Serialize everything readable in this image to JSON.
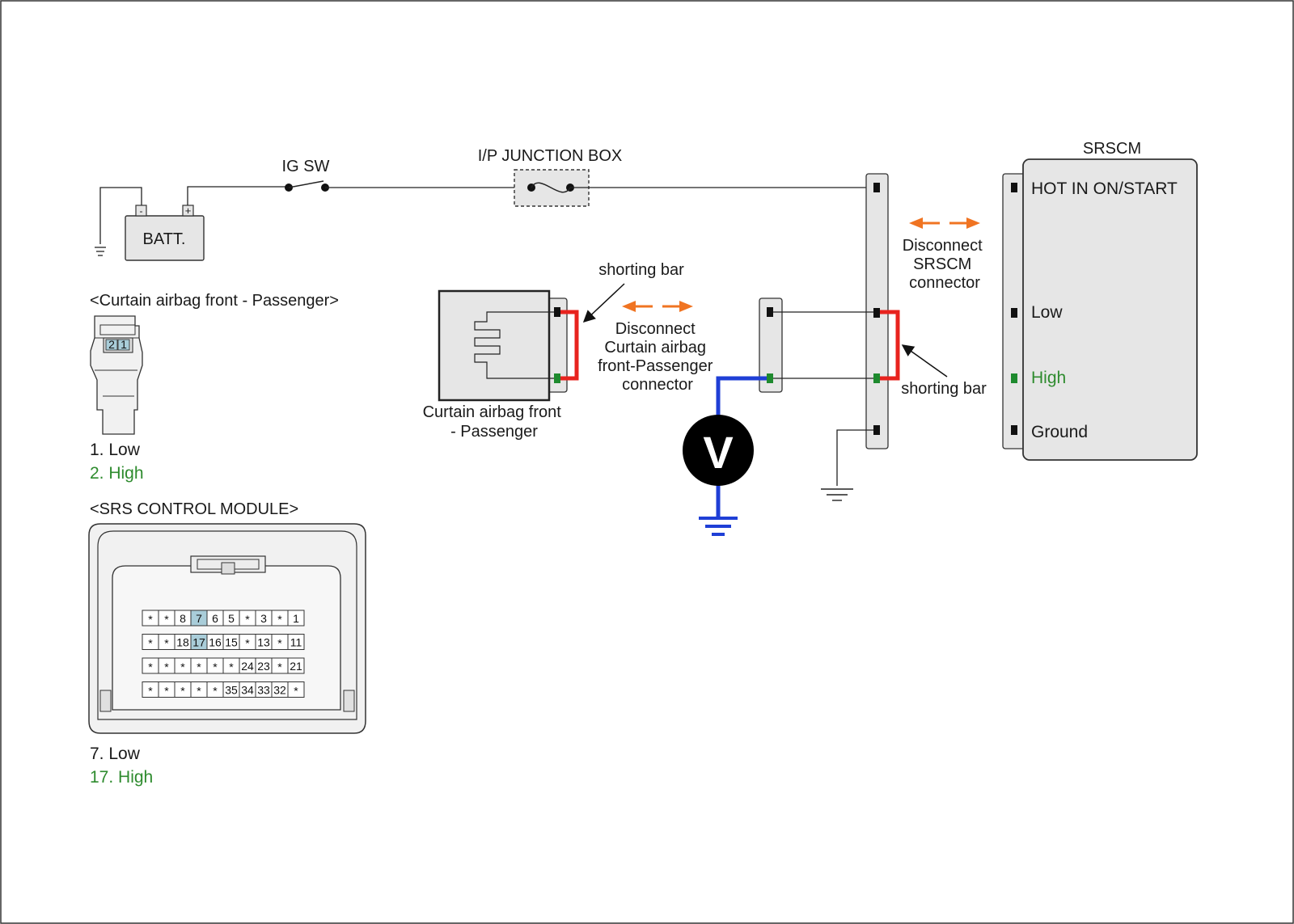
{
  "labels": {
    "ig_sw": "IG SW",
    "junction_box": "I/P JUNCTION BOX",
    "battery": "BATT.",
    "battery_neg": "-",
    "battery_pos": "+",
    "srscm_title": "SRSCM",
    "srscm_pins": [
      "HOT IN ON/START",
      "Low",
      "High",
      "Ground"
    ],
    "disconnect_srscm": [
      "Disconnect",
      "SRSCM",
      "connector"
    ],
    "disconnect_airbag": [
      "Disconnect",
      "Curtain airbag",
      "front-Passenger",
      "connector"
    ],
    "shorting_bar_left": "shorting bar",
    "shorting_bar_right": "shorting bar",
    "airbag_name": [
      "Curtain airbag front",
      "- Passenger"
    ],
    "voltmeter": "V"
  },
  "airbag_connector": {
    "title": "<Curtain airbag front - Passenger>",
    "pins": [
      "2",
      "1"
    ],
    "legend": [
      {
        "text": "1. Low",
        "highlight": false
      },
      {
        "text": "2. High",
        "highlight": true
      }
    ]
  },
  "srs_module": {
    "title": "<SRS CONTROL MODULE>",
    "rows": [
      [
        "*",
        "*",
        "8",
        "7",
        "6",
        "5",
        "*",
        "3",
        "*",
        "1"
      ],
      [
        "*",
        "*",
        "18",
        "17",
        "16",
        "15",
        "*",
        "13",
        "*",
        "11"
      ],
      [
        "*",
        "*",
        "*",
        "*",
        "*",
        "*",
        "24",
        "23",
        "*",
        "21"
      ],
      [
        "*",
        "*",
        "*",
        "*",
        "*",
        "35",
        "34",
        "33",
        "32",
        "*"
      ]
    ],
    "highlighted_pins": [
      "7",
      "17"
    ],
    "legend": [
      {
        "text": "7. Low",
        "highlight": false
      },
      {
        "text": "17. High",
        "highlight": true
      }
    ]
  },
  "colors": {
    "wire": "#222222",
    "shorting_bar": "#e8231e",
    "voltmeter_wire": "#1f3fd6",
    "disconnect_arrow": "#f07422",
    "high_text": "#2e8b2e",
    "high_pin": "#1e8a2e",
    "pin_highlight": "#a9cdd9",
    "connector_fill": "#e6e6e6"
  }
}
